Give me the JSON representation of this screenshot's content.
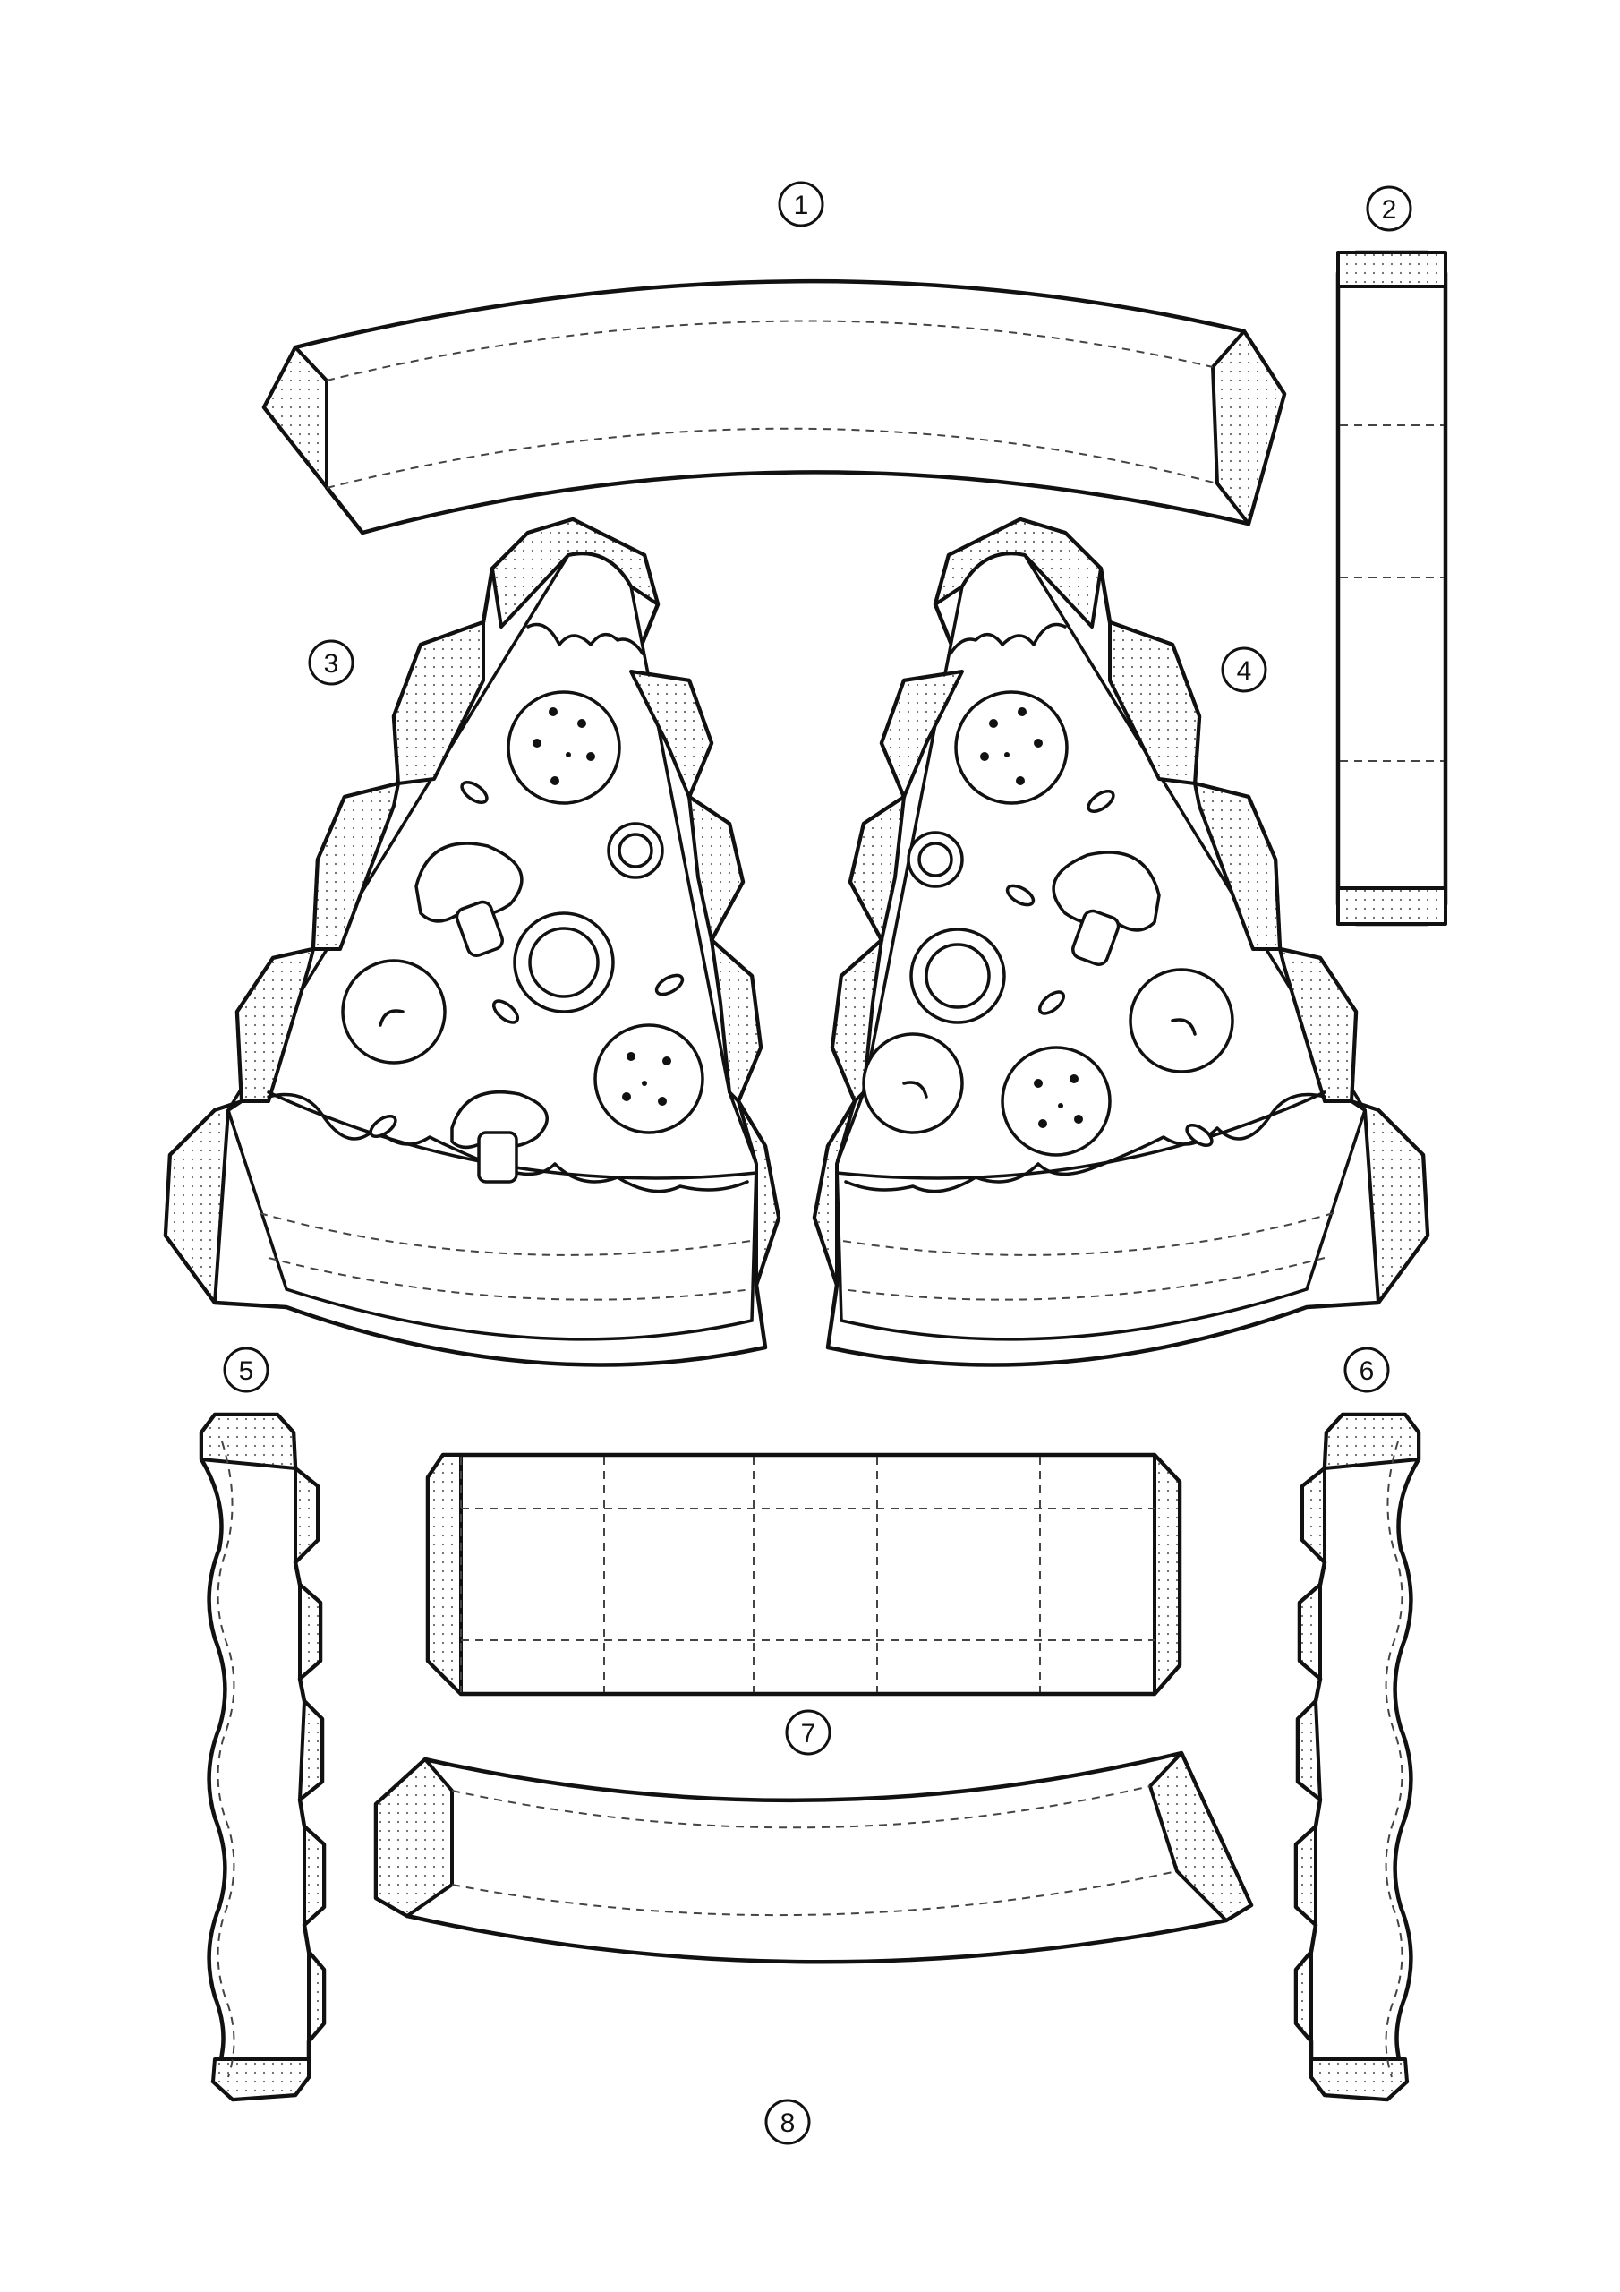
{
  "pieces": [
    {
      "id": "piece-1",
      "number": "1"
    },
    {
      "id": "piece-2",
      "number": "2"
    },
    {
      "id": "piece-3",
      "number": "3"
    },
    {
      "id": "piece-4",
      "number": "4"
    },
    {
      "id": "piece-5",
      "number": "5"
    },
    {
      "id": "piece-6",
      "number": "6"
    },
    {
      "id": "piece-7",
      "number": "7"
    },
    {
      "id": "piece-8",
      "number": "8"
    }
  ],
  "colors": {
    "line": "#111111",
    "paper": "#ffffff",
    "fold_line": "#444444"
  },
  "icons": [
    "pepperoni-icon",
    "mushroom-icon",
    "olive-ring-icon",
    "cheese-drip-icon"
  ]
}
